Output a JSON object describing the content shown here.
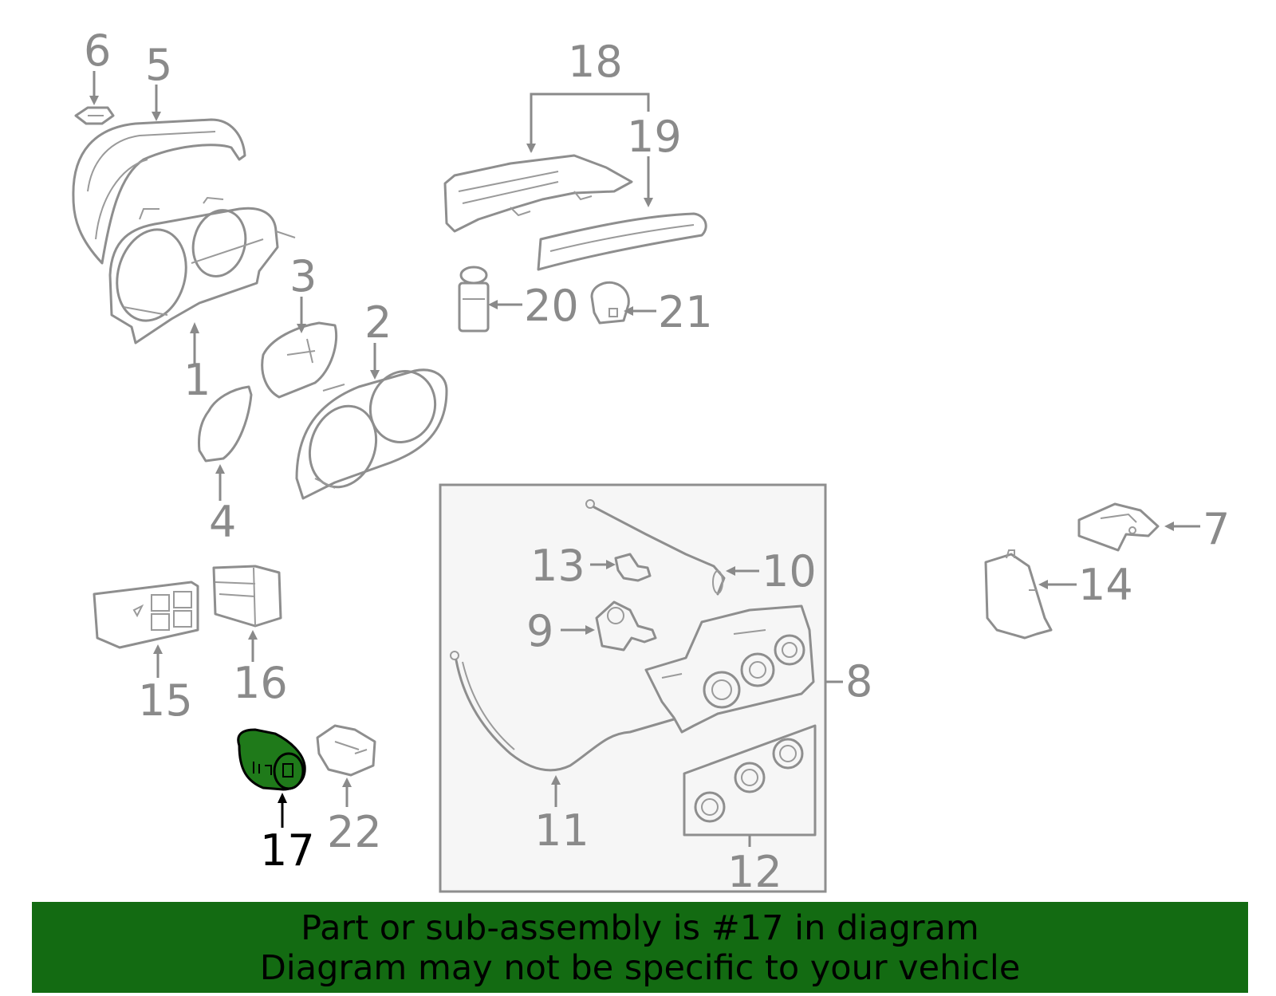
{
  "diagram": {
    "callouts": [
      "1",
      "2",
      "3",
      "4",
      "5",
      "6",
      "7",
      "8",
      "9",
      "10",
      "11",
      "12",
      "13",
      "14",
      "15",
      "16",
      "17",
      "18",
      "19",
      "20",
      "21",
      "22"
    ],
    "highlighted_callout": "17",
    "highlight_color": "#1f7a1a",
    "label_color": "#8a8a8a",
    "inset_box_color": "#f6f6f6"
  },
  "banner": {
    "line1": "Part or sub-assembly is #17 in diagram",
    "line2": "Diagram may not be specific to your vehicle",
    "background": "#136b12"
  }
}
